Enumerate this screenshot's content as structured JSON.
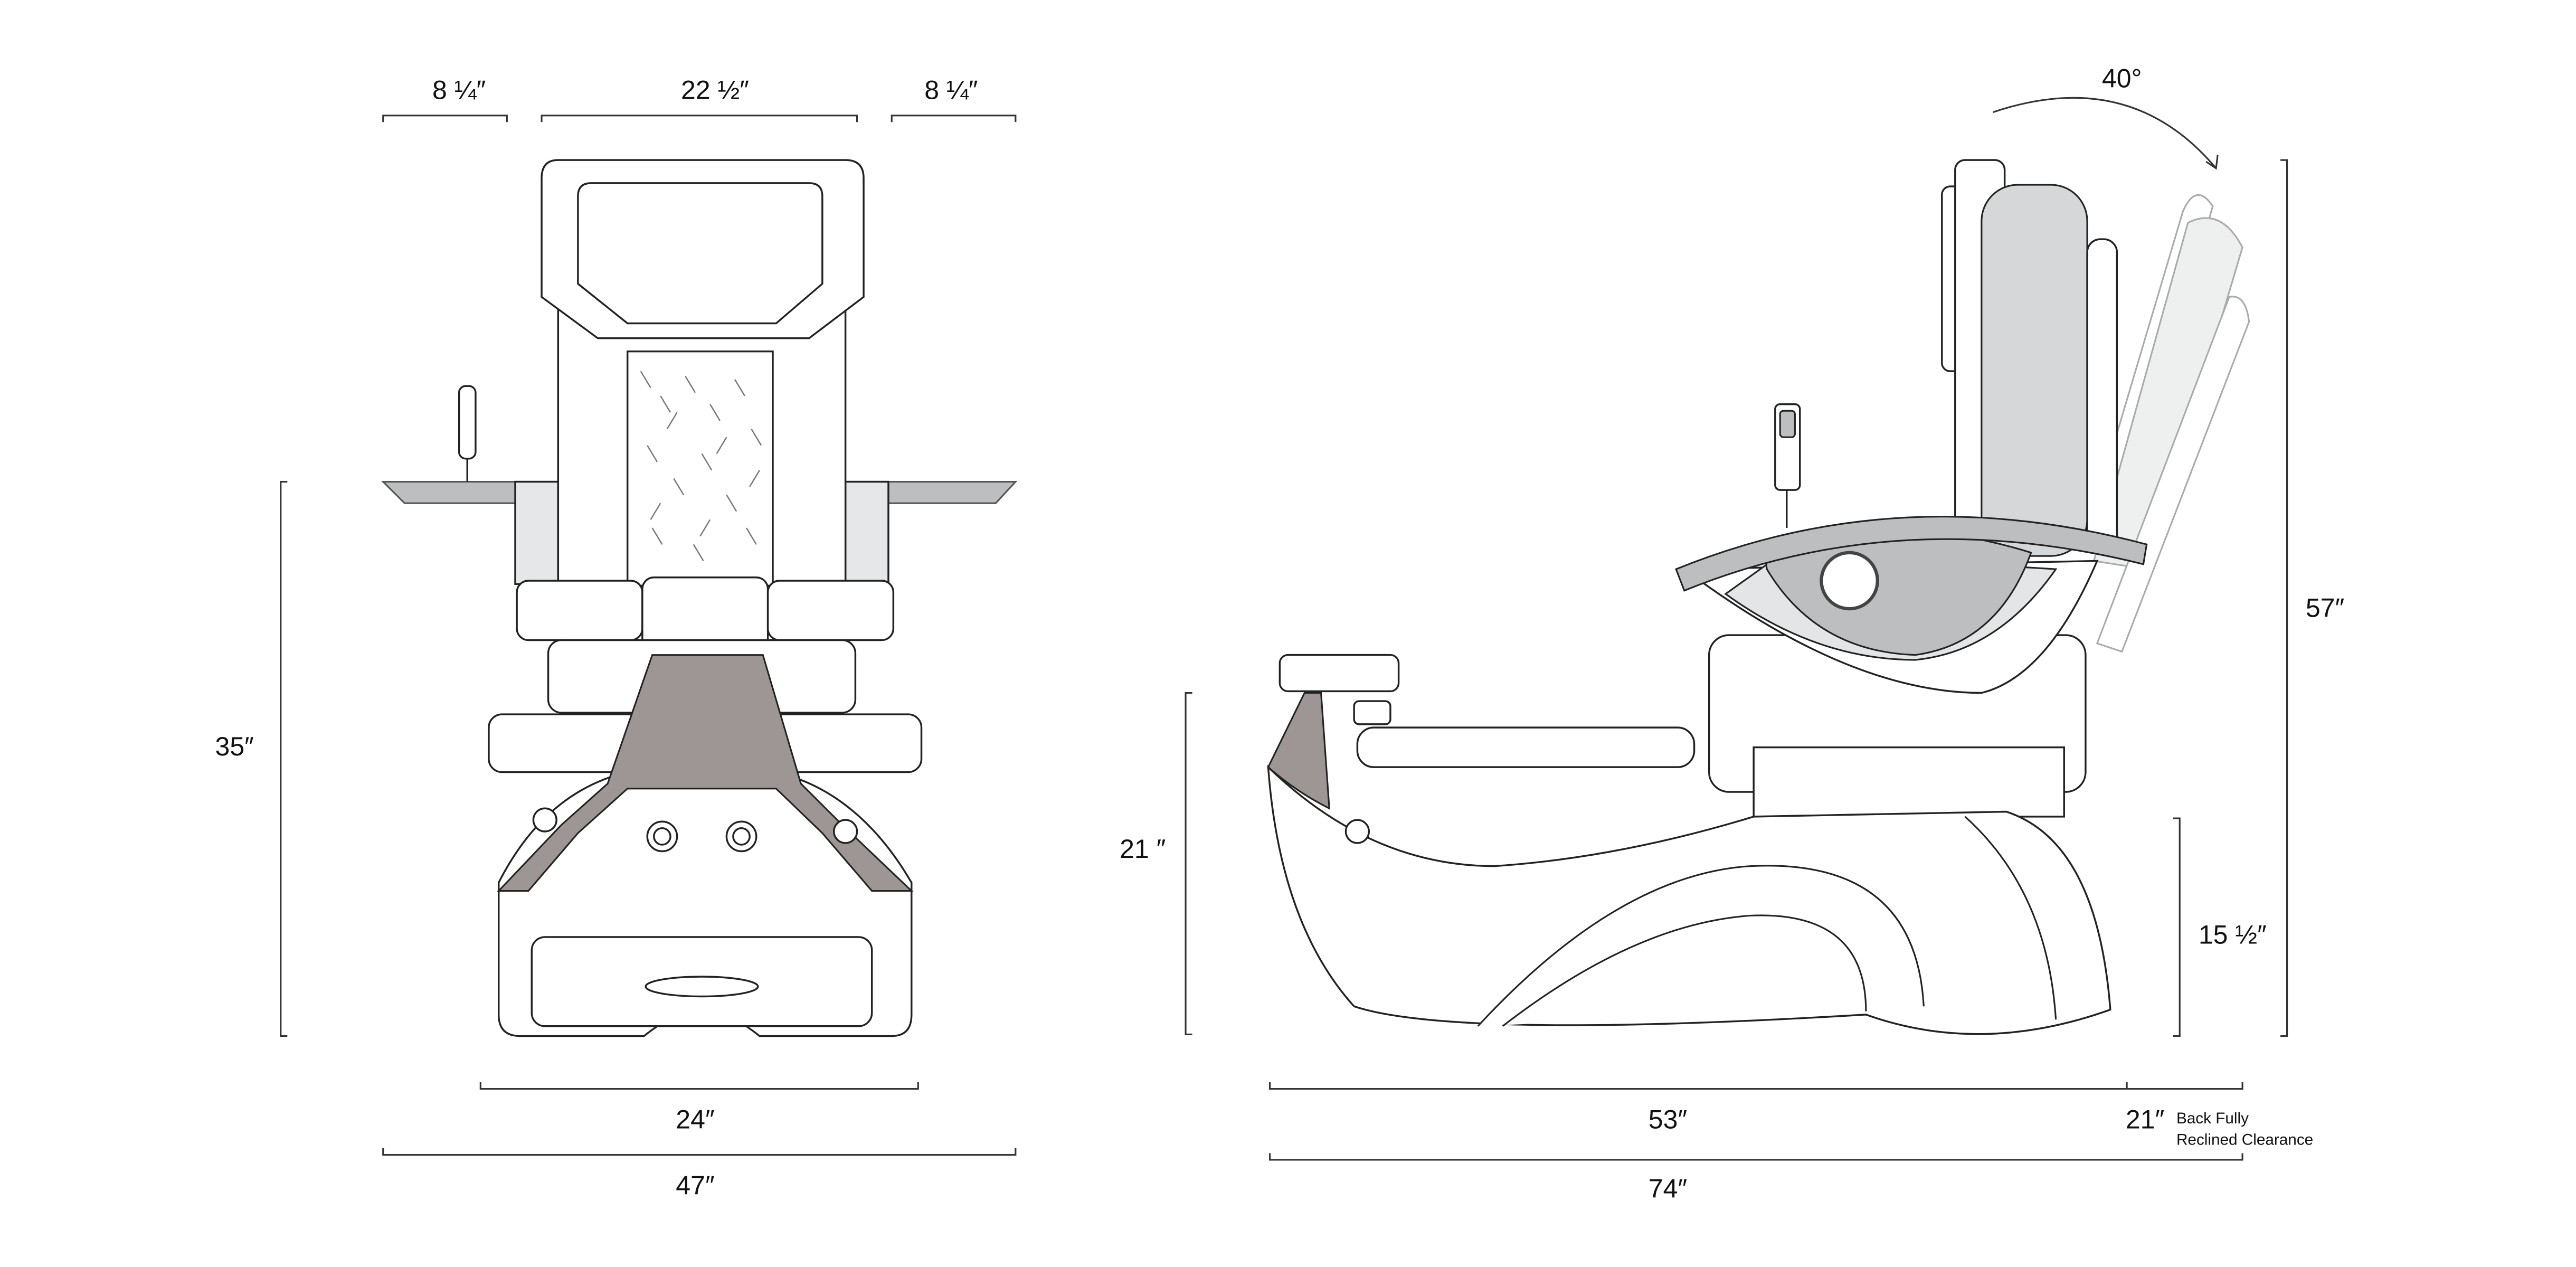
{
  "front_view": {
    "dims": {
      "left_tray_width": "8 ¼″",
      "seat_width": "22 ½″",
      "right_tray_width": "8 ¼″",
      "height_to_tray": "35″",
      "base_width": "24″",
      "overall_width": "47″"
    }
  },
  "side_view": {
    "dims": {
      "recline_angle": "40°",
      "overall_height": "57″",
      "bowl_height": "21 ″",
      "seat_height": "15 ½″",
      "length": "53″",
      "clearance": "21″",
      "clearance_note_line1": "Back Fully",
      "clearance_note_line2": "Reclined Clearance",
      "overall_length": "74″"
    }
  },
  "colors": {
    "line": "#222222",
    "taupe": "#9e9694",
    "gray": "#bdbec0",
    "light_gray": "#d6d7d9"
  }
}
